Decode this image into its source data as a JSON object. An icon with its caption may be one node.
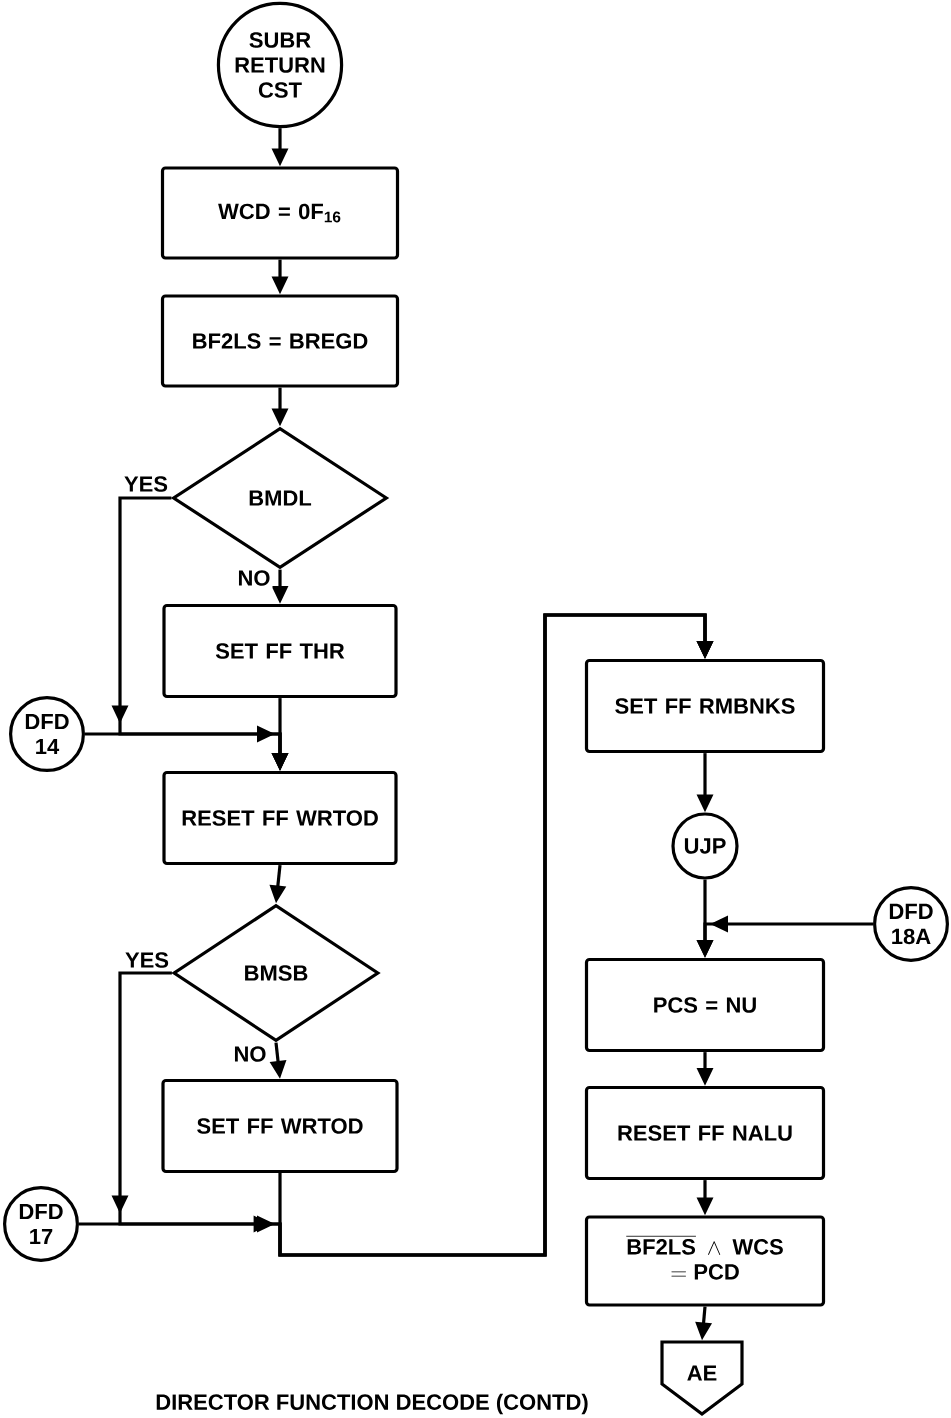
{
  "diagram": {
    "caption": "DIRECTOR FUNCTION DECODE (CONTD)",
    "nodes": [
      {
        "text": [
          "SUBR RETURN CST"
        ]
      },
      {
        "text": [
          "WCD = 0F$_{16}$"
        ]
      },
      {
        "text": [
          "BF2LS = BREGD"
        ]
      },
      {
        "text": [
          "BMDL"
        ]
      },
      {
        "text": [
          "SET FF THR"
        ]
      },
      {
        "text": [
          "DFD 14"
        ]
      },
      {
        "text": [
          "RESET FF WRTOD"
        ]
      },
      {
        "text": [
          "BMSB"
        ]
      },
      {
        "text": [
          "SET FF WRTOD"
        ]
      },
      {
        "text": [
          "DFD 17"
        ]
      },
      {
        "text": [
          "SET FF RMBNKS"
        ]
      },
      {
        "text": [
          "UJP"
        ]
      },
      {
        "text": [
          "DFD 18A"
        ]
      },
      {
        "text": [
          "PCS = NU"
        ]
      },
      {
        "text": [
          "RESET FF NALU"
        ]
      },
      {
        "text": [
          "\\begin{array}{c}\\overline{\\textbf{BF2LS}}\\;\\wedge\\;\\textbf{WCS}\\\\ =\\textbf{PCD}\\end{array}"
        ]
      },
      {
        "text": [
          "AE"
        ]
      }
    ],
    "edges": [
      {
        "from": 0,
        "to": 1,
        "arrow": "to"
      },
      {
        "from": 1,
        "to": 2,
        "arrow": "to"
      },
      {
        "from": 2,
        "to": 3,
        "arrow": "to"
      },
      {
        "from": 3,
        "to": 4,
        "arrow": "to",
        "label": "NO"
      },
      {
        "from": 3,
        "to": 6,
        "arrow": "to",
        "label": "YES"
      },
      {
        "from": 4,
        "to": 6,
        "arrow": "to"
      },
      {
        "from": 5,
        "to": 6,
        "arrow": "to"
      },
      {
        "from": 6,
        "to": 7,
        "arrow": "to"
      },
      {
        "from": 7,
        "to": 8,
        "arrow": "to",
        "label": "NO"
      },
      {
        "from": 7,
        "to": 10,
        "arrow": "to",
        "label": "YES"
      },
      {
        "from": 8,
        "to": 10,
        "arrow": "to"
      },
      {
        "from": 9,
        "to": 10,
        "arrow": "to"
      },
      {
        "from": 10,
        "to": 11,
        "arrow": "to"
      },
      {
        "from": 11,
        "to": 13,
        "arrow": "to"
      },
      {
        "from": 12,
        "to": 13,
        "arrow": "to"
      },
      {
        "from": 13,
        "to": 14,
        "arrow": "to"
      },
      {
        "from": 14,
        "to": 15,
        "arrow": "to"
      },
      {
        "from": 15,
        "to": 16,
        "arrow": "to"
      }
    ]
  }
}
